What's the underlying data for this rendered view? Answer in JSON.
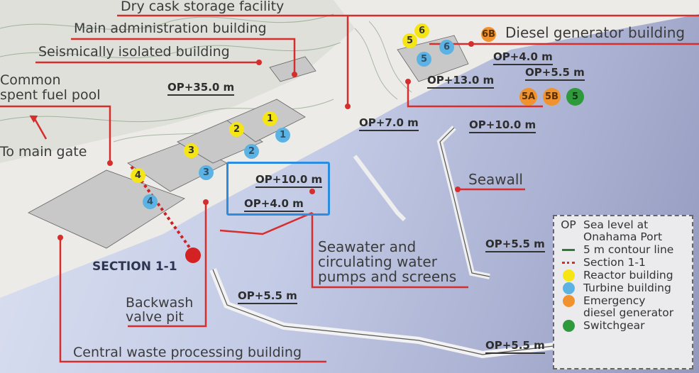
{
  "diagram": {
    "labels": {
      "dry_cask": "Dry cask storage facility",
      "main_admin": "Main administration building",
      "seismic": "Seismically isolated building",
      "common_pool_1": "Common",
      "common_pool_2": "spent fuel pool",
      "main_gate": "To main gate",
      "diesel_gen_badge": "6B",
      "diesel_gen": "Diesel generator building",
      "seawall": "Seawall",
      "seawater_1": "Seawater and",
      "seawater_2": "circulating water",
      "seawater_3": "pumps and screens",
      "section": "SECTION 1-1",
      "backwash_1": "Backwash",
      "backwash_2": "valve pit",
      "central_waste": "Central waste processing building"
    },
    "elevations": [
      {
        "text": "OP+35.0 m"
      },
      {
        "text": "OP+4.0 m"
      },
      {
        "text": "OP+5.5 m"
      },
      {
        "text": "OP+13.0 m"
      },
      {
        "text": "OP+7.0 m"
      },
      {
        "text": "OP+10.0 m"
      },
      {
        "text": "OP+10.0 m"
      },
      {
        "text": "OP+4.0 m"
      },
      {
        "text": "OP+5.5 m"
      },
      {
        "text": "OP+5.5 m"
      },
      {
        "text": "OP+5.5 m"
      }
    ],
    "markers": {
      "reactor": [
        "1",
        "2",
        "3",
        "4",
        "5",
        "6"
      ],
      "turbine": [
        "1",
        "2",
        "3",
        "4",
        "5",
        "6"
      ],
      "edg": [
        "5A",
        "5B"
      ],
      "switchgear": [
        "5"
      ]
    },
    "legend": {
      "items": [
        {
          "key": "OP",
          "text1": "Sea level at",
          "text2": "Onahama Port"
        },
        {
          "key": "line-green",
          "text1": "5 m contour line"
        },
        {
          "key": "line-dotted-red",
          "text1": "Section 1-1"
        },
        {
          "key": "yellow",
          "text1": "Reactor building"
        },
        {
          "key": "blue",
          "text1": "Turbine building"
        },
        {
          "key": "orange",
          "text1": "Emergency",
          "text2": "diesel generator"
        },
        {
          "key": "green",
          "text1": "Switchgear"
        }
      ]
    },
    "colors": {
      "reactor": "#f5e515",
      "turbine": "#5cb3e3",
      "edg": "#f0922f",
      "switchgear": "#2f9a3b",
      "leader": "#d62d2d",
      "highlight": "#2b8ce0"
    }
  }
}
